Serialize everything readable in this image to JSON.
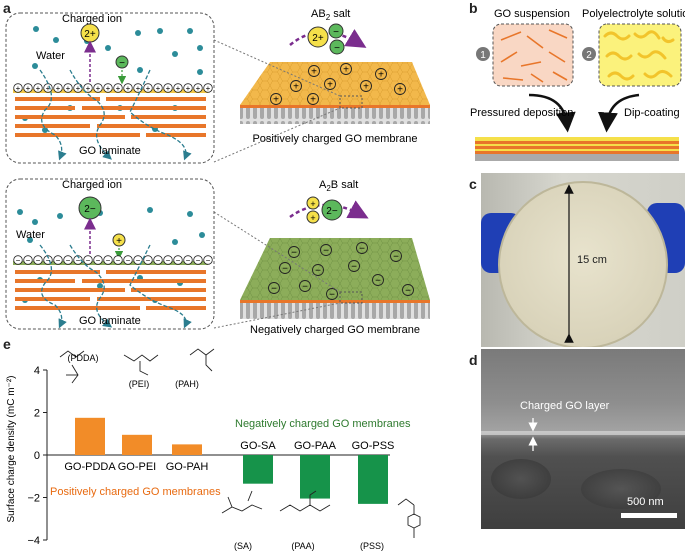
{
  "panel_labels": {
    "a": "a",
    "b": "b",
    "c": "c",
    "d": "d",
    "e": "e"
  },
  "panel_a": {
    "top": {
      "charged_ion": "Charged ion",
      "ion_main": "2+",
      "ion_small": "−",
      "water": "Water",
      "laminate": "GO laminate",
      "salt_prefix": "AB",
      "salt_sub": "2",
      "salt_suffix": " salt",
      "salt_ion_a": "2+",
      "salt_ion_b": "−",
      "membrane_caption": "Positively charged GO membrane",
      "surface_sign": "+",
      "colors": {
        "membrane": "#f2b84b",
        "layers": "#e8762a"
      }
    },
    "bottom": {
      "charged_ion": "Charged ion",
      "ion_main": "2−",
      "ion_small": "+",
      "water": "Water",
      "laminate": "GO laminate",
      "salt_prefix": "A",
      "salt_sub": "2",
      "salt_suffix": "B salt",
      "salt_ion_a": "+",
      "salt_ion_b": "2−",
      "membrane_caption": "Negatively charged GO membrane",
      "surface_sign": "−",
      "colors": {
        "membrane": "#8cad5a",
        "layers": "#e8762a"
      }
    }
  },
  "panel_b": {
    "step1_number": "1",
    "step1_label": "GO suspension",
    "step2_number": "2",
    "step2_label": "Polyelectrolyte solution",
    "arrow1_label": "Pressured deposition",
    "arrow2_label": "Dip-coating"
  },
  "panel_c": {
    "dimension_label": "15 cm"
  },
  "panel_d": {
    "layer_label": "Charged GO layer",
    "scale_bar_label": "500 nm"
  },
  "panel_e": {
    "chart_data": {
      "type": "bar",
      "ylabel": "Surface charge density (mC m⁻²)",
      "ylim": [
        -4,
        4
      ],
      "yticks": [
        4,
        2,
        0,
        -2,
        -4
      ],
      "categories": [
        "GO-PDDA",
        "GO-PEI",
        "GO-PAH",
        "GO-SA",
        "GO-PAA",
        "GO-PSS"
      ],
      "values": [
        1.75,
        0.95,
        0.5,
        -1.35,
        -2.05,
        -2.3
      ],
      "colors": [
        "#f28c28",
        "#f28c28",
        "#f28c28",
        "#16934a",
        "#16934a",
        "#16934a"
      ],
      "group_labels": {
        "positive": "Positively charged GO membranes",
        "negative": "Negatively charged GO membranes"
      },
      "group_colors": {
        "positive": "#e86a10",
        "negative": "#2e7a2e"
      },
      "polymer_labels": [
        "(PDDA)",
        "(PEI)",
        "(PAH)",
        "(SA)",
        "(PAA)",
        "(PSS)"
      ]
    }
  }
}
